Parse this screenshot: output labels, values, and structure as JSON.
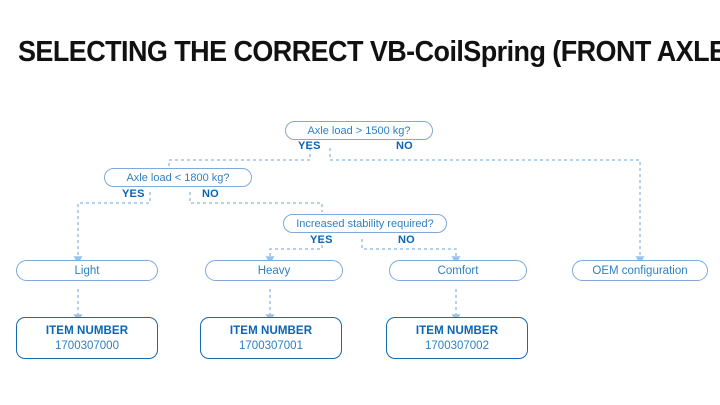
{
  "page": {
    "title": "SELECTING THE CORRECT VB-CoilSpring (FRONT AXLE)",
    "background": "#ffffff",
    "title_color": "#111111"
  },
  "colors": {
    "node_border": "#7fa9da",
    "node_text": "#2f7fc4",
    "branch_label": "#0a64b4",
    "item_border": "#1769b0",
    "connector": "#9cc3e8"
  },
  "flow": {
    "decisions": [
      {
        "id": "axle-load-1500",
        "text": "Axle load > 1500 kg?",
        "yes_label": "YES",
        "no_label": "NO"
      },
      {
        "id": "axle-load-1800",
        "text": "Axle load < 1800 kg?",
        "yes_label": "YES",
        "no_label": "NO"
      },
      {
        "id": "increased-stability",
        "text": "Increased stability required?",
        "yes_label": "YES",
        "no_label": "NO"
      }
    ],
    "results": [
      {
        "id": "light",
        "text": "Light"
      },
      {
        "id": "heavy",
        "text": "Heavy"
      },
      {
        "id": "comfort",
        "text": "Comfort"
      },
      {
        "id": "oem",
        "text": "OEM configuration"
      }
    ],
    "items": [
      {
        "id": "item-light",
        "label": "ITEM NUMBER",
        "value": "1700307000"
      },
      {
        "id": "item-heavy",
        "label": "ITEM NUMBER",
        "value": "1700307001"
      },
      {
        "id": "item-comfort",
        "label": "ITEM NUMBER",
        "value": "1700307002"
      }
    ]
  }
}
